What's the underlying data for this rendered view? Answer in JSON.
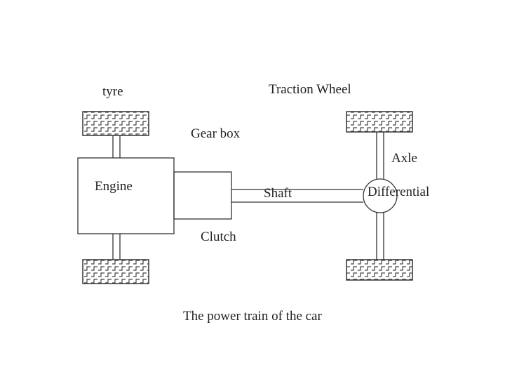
{
  "labels": {
    "tyre": "tyre",
    "traction_wheel": "Traction Wheel",
    "gear_box": "Gear box",
    "axle": "Axle",
    "engine": "Engine",
    "shaft": "Shaft",
    "differential": "Differential",
    "clutch": "Clutch",
    "caption": "The power train of the car"
  },
  "colors": {
    "line": "#333333",
    "tread": "#444444",
    "text": "#222222"
  }
}
